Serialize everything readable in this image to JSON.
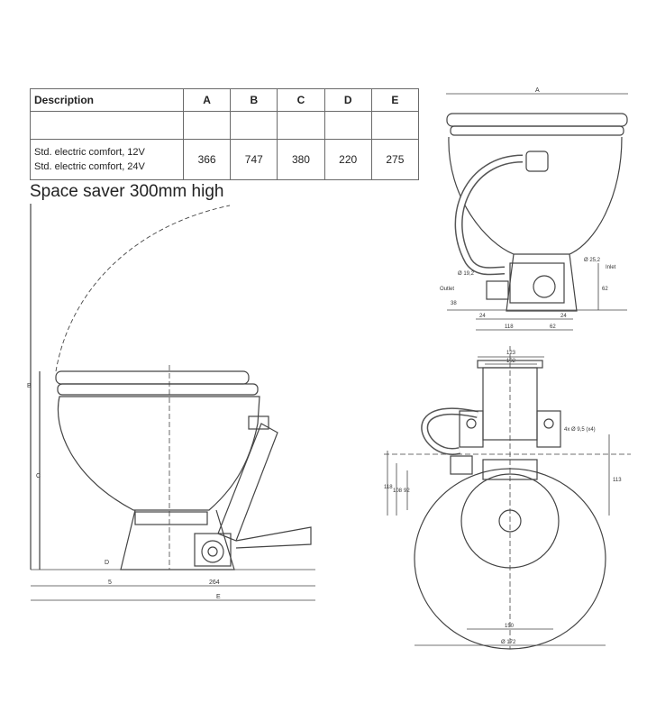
{
  "table": {
    "headers": [
      "Description",
      "A",
      "B",
      "C",
      "D",
      "E"
    ],
    "rows": [
      {
        "names": [
          "Std. electric comfort, 12V",
          "Std. electric comfort, 24V"
        ],
        "values": [
          "366",
          "747",
          "380",
          "220",
          "275"
        ]
      }
    ]
  },
  "title": "Space saver 300mm high",
  "side_view": {
    "dim_labels": {
      "b": "B",
      "c": "C",
      "d": "D",
      "e": "E",
      "bottom": "5",
      "width": "264"
    }
  },
  "front_view": {
    "dim_labels": {
      "a": "A",
      "d1": "Ø 19,2",
      "d2": "Ø 25,2",
      "inlet": "Inlet",
      "outlet": "Outlet",
      "h1": "62",
      "h2": "38",
      "w1": "24",
      "w2": "24",
      "w3": "118",
      "w4": "62"
    }
  },
  "top_view": {
    "dim_labels": {
      "w1": "123",
      "w2": "102",
      "hole": "4x Ø 9,5 (x4)",
      "h1": "118",
      "h2": "108",
      "h3": "92",
      "h4": "113",
      "dia1": "150",
      "dia2": "Ø 172"
    }
  }
}
